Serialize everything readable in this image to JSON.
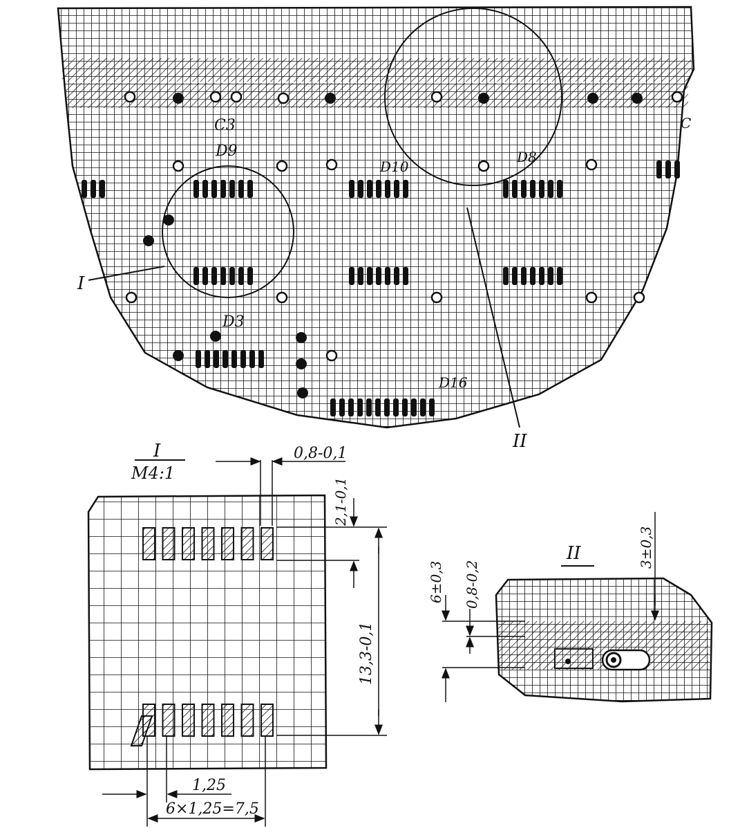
{
  "palette": {
    "ink": "#111111",
    "paper": "#ffffff"
  },
  "main_view": {
    "component_labels": {
      "c3": "C3",
      "c_partial": "C",
      "d9": "D9",
      "d10": "D10",
      "d8": "D8",
      "d3": "D3",
      "d16": "D16"
    },
    "callouts": {
      "view_1": "I",
      "view_2": "II"
    }
  },
  "detail_1": {
    "title": "I",
    "scale": "M4:1",
    "dimensions": {
      "pad_width": "0,8-0,1",
      "pad_length": "2,1-0,1",
      "row_spacing": "13,3-0,1",
      "pitch": "1,25",
      "total_pitch": "6×1,25=7,5"
    }
  },
  "detail_2": {
    "title": "II",
    "dimensions": {
      "edge_margin": "6±0,3",
      "strip_width": "0,8-0,2",
      "strip_offset": "3±0,3"
    }
  }
}
